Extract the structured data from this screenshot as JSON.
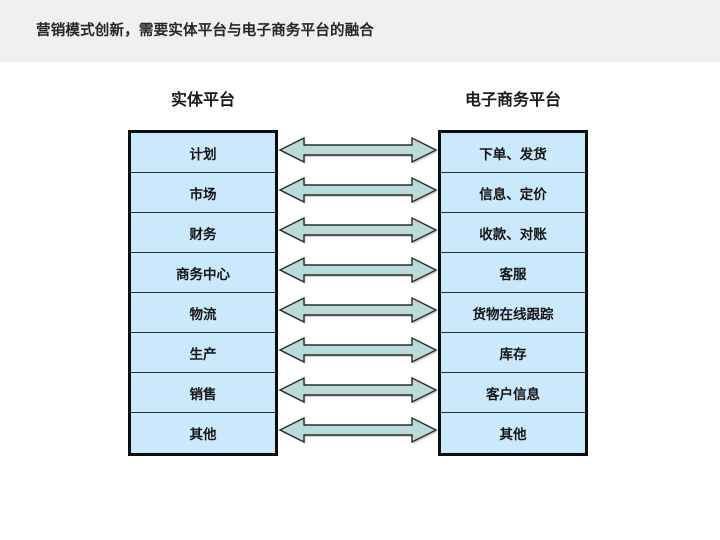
{
  "header": {
    "title": "营销模式创新，需要实体平台与电子商务平台的融合",
    "band_color": "#f0f0f0"
  },
  "diagram": {
    "left_column": {
      "caption": "实体平台",
      "rows": [
        "计划",
        "市场",
        "财务",
        "商务中心",
        "物流",
        "生产",
        "销售",
        "其他"
      ]
    },
    "right_column": {
      "caption": "电子商务平台",
      "rows": [
        "下单、发货",
        "信息、定价",
        "收款、对账",
        "客服",
        "货物在线跟踪",
        "库存",
        "客户信息",
        "其他"
      ]
    },
    "connectors": {
      "type": "double-headed-arrow",
      "count": 8,
      "fill_color": "#b9dcda",
      "outline_color": "#2b2b2b"
    },
    "box_fill_color": "#cbe9fc",
    "box_border_color": "#0d0d0d"
  }
}
